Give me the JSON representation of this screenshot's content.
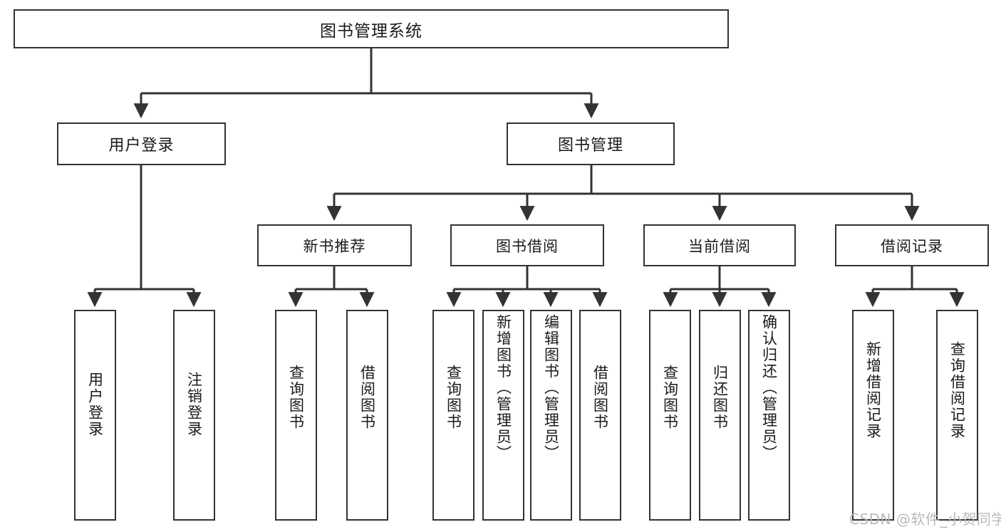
{
  "diagram": {
    "title": "图书管理系统",
    "watermark": "CSDN @软件_小贺同学",
    "style": {
      "background": "#ffffff",
      "box_border": "#333333",
      "box_fill": "#ffffff",
      "text_color": "#1a1a1a",
      "edge_color": "#333333",
      "watermark_color": "#b9b9b9"
    },
    "levels": {
      "root": {
        "label": "图书管理系统"
      },
      "level2": [
        {
          "label": "用户登录"
        },
        {
          "label": "图书管理"
        }
      ],
      "level3": [
        {
          "label": "新书推荐"
        },
        {
          "label": "图书借阅"
        },
        {
          "label": "当前借阅"
        },
        {
          "label": "借阅记录"
        }
      ],
      "leaves": [
        {
          "label": "用户登录",
          "parent": "用户登录"
        },
        {
          "label": "注销登录",
          "parent": "用户登录"
        },
        {
          "label": "查询图书",
          "parent": "新书推荐"
        },
        {
          "label": "借阅图书",
          "parent": "新书推荐"
        },
        {
          "label": "查询图书",
          "parent": "图书借阅"
        },
        {
          "label": "新增图书（管理员）",
          "parent": "图书借阅"
        },
        {
          "label": "编辑图书（管理员）",
          "parent": "图书借阅"
        },
        {
          "label": "借阅图书",
          "parent": "图书借阅"
        },
        {
          "label": "查询图书",
          "parent": "当前借阅"
        },
        {
          "label": "归还图书",
          "parent": "当前借阅"
        },
        {
          "label": "确认归还（管理员）",
          "parent": "当前借阅"
        },
        {
          "label": "新增借阅记录",
          "parent": "借阅记录"
        },
        {
          "label": "查询借阅记录",
          "parent": "借阅记录"
        }
      ]
    }
  }
}
